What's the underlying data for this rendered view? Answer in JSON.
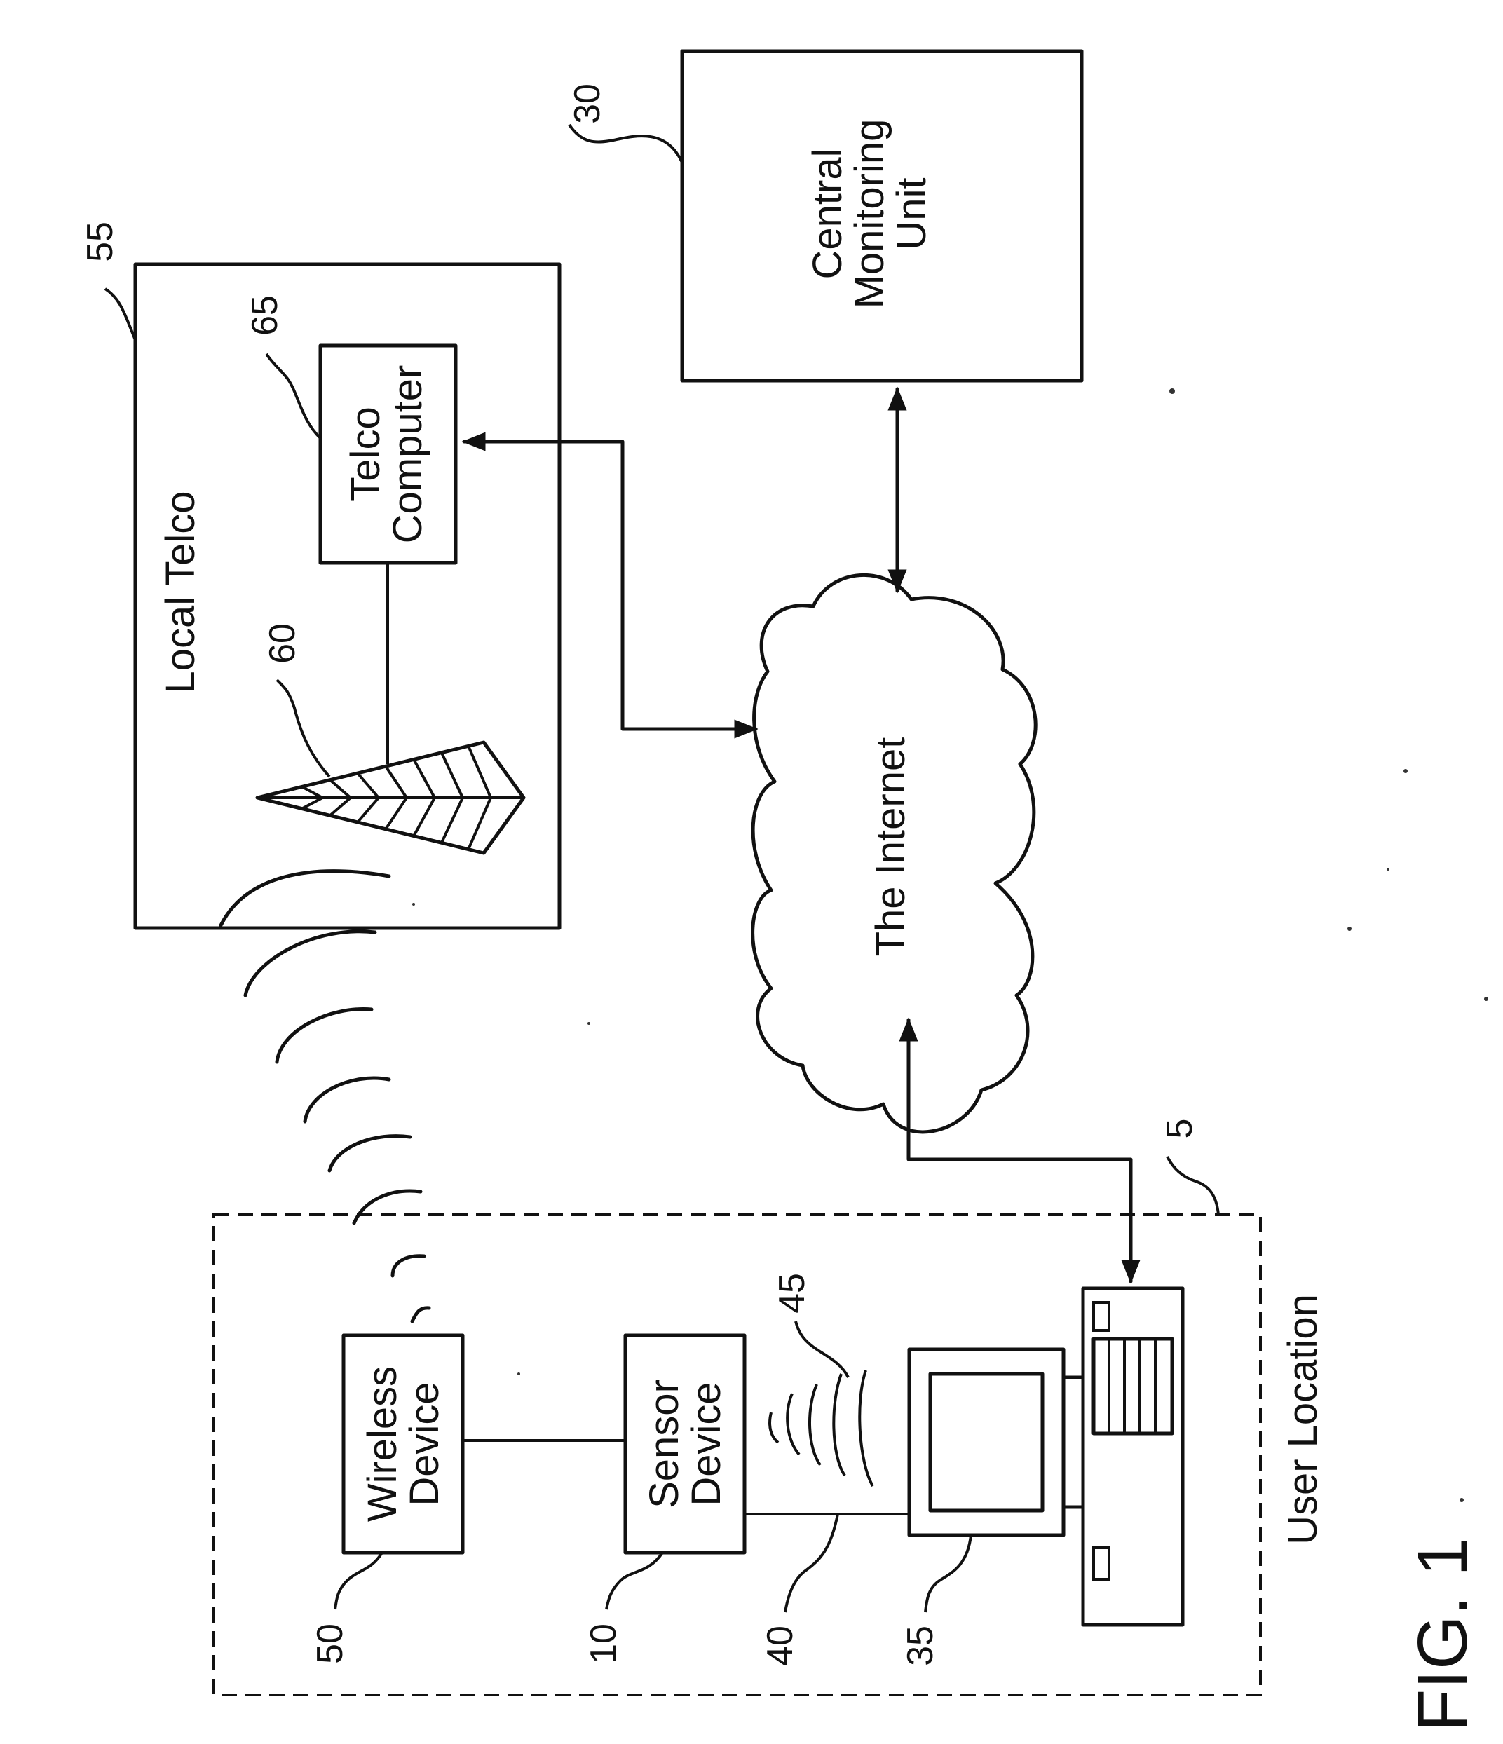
{
  "figure_label": "FIG. 1",
  "blocks": {
    "central_monitoring_unit": {
      "lines": [
        "Central",
        "Monitoring",
        "Unit"
      ],
      "ref": "30"
    },
    "local_telco": {
      "label": "Local Telco",
      "ref": "55"
    },
    "telco_computer": {
      "lines": [
        "Telco",
        "Computer"
      ],
      "ref": "65"
    },
    "tower": {
      "ref": "60"
    },
    "internet": {
      "label": "The Internet"
    },
    "user_location": {
      "label": "User Location",
      "ref": "5"
    },
    "wireless_device": {
      "lines": [
        "Wireless",
        "Device"
      ],
      "ref": "50"
    },
    "sensor_device": {
      "lines": [
        "Sensor",
        "Device"
      ],
      "ref": "10"
    },
    "cable": {
      "ref": "40"
    },
    "short_range_wireless": {
      "ref": "45"
    },
    "personal_computer": {
      "ref": "35"
    }
  },
  "colors": {
    "ink": "#111111",
    "paper": "#ffffff"
  }
}
